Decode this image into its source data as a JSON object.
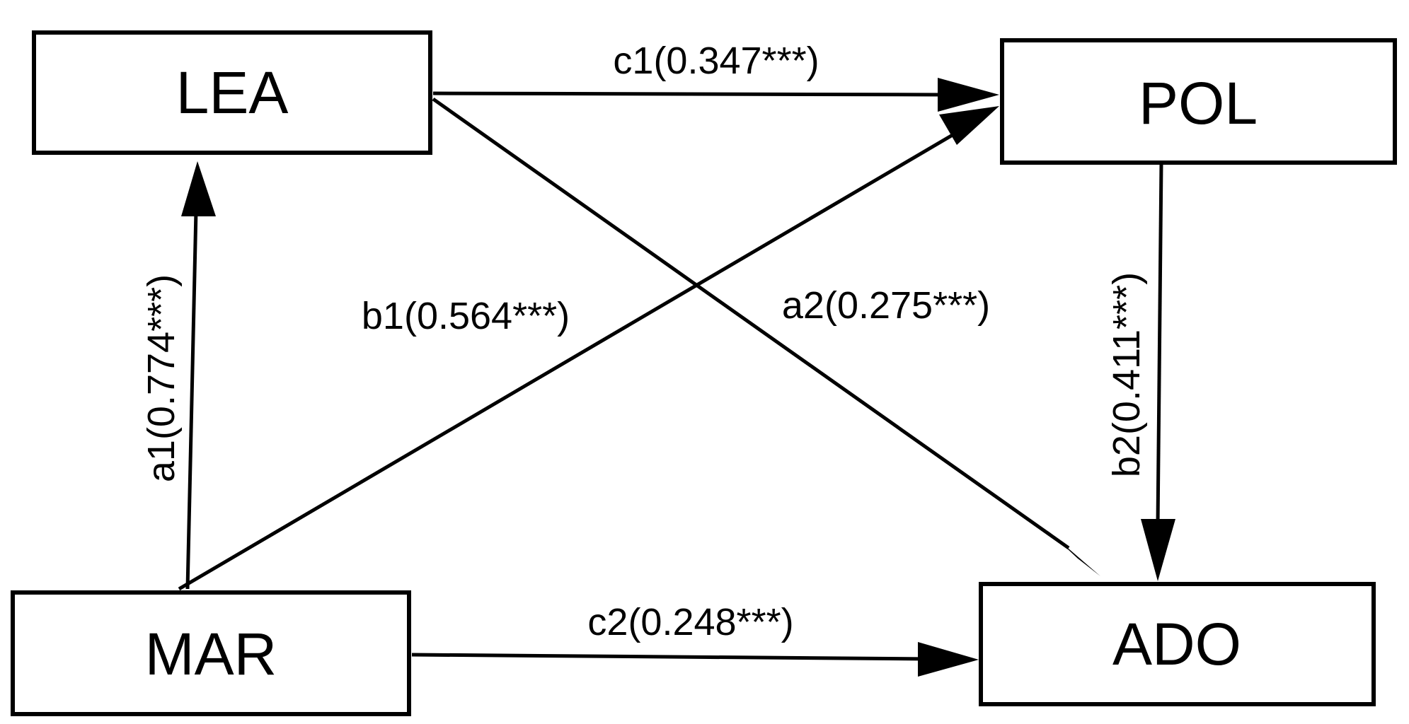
{
  "nodes": {
    "lea": "LEA",
    "pol": "POL",
    "mar": "MAR",
    "ado": "ADO"
  },
  "paths": {
    "a1": "a1(0.774***)",
    "b1": "b1(0.564***)",
    "c1": "c1(0.347***)",
    "a2": "a2(0.275***)",
    "b2": "b2(0.411***)",
    "c2": "c2(0.248***)"
  }
}
